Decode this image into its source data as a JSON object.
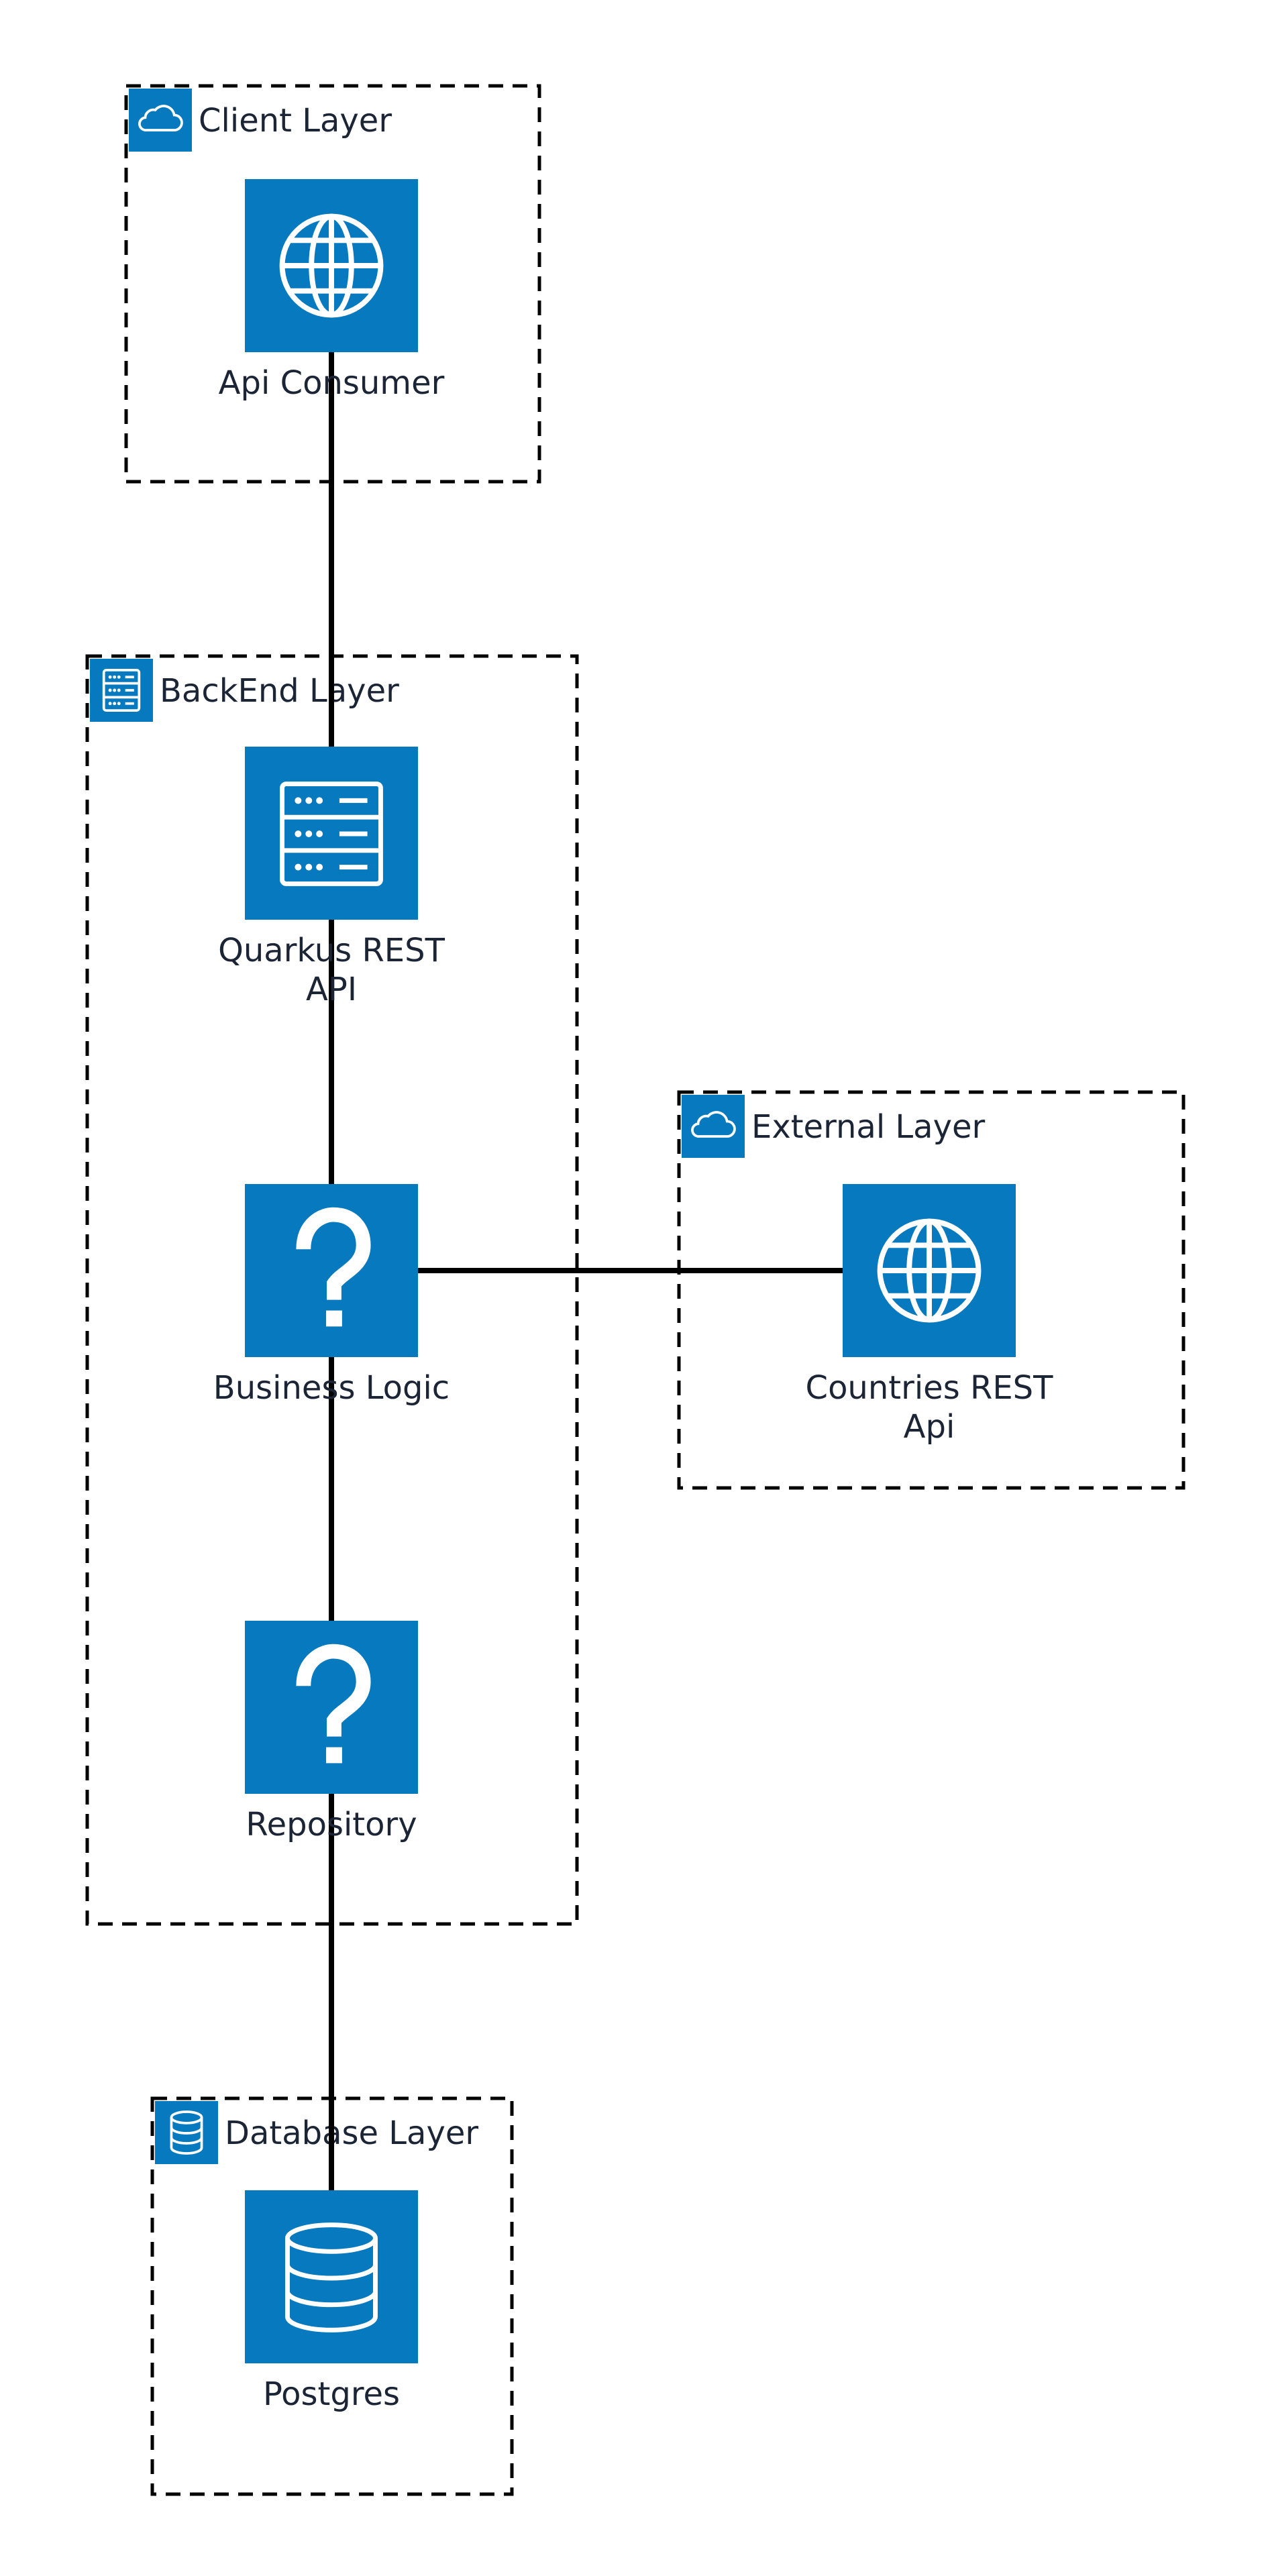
{
  "colors": {
    "accent": "#0779BF",
    "edge": "#000000",
    "group_border": "#000000",
    "text": "#1c2536",
    "background": "#ffffff"
  },
  "groups": [
    {
      "id": "client",
      "label": "Client Layer",
      "icon": "cloud-icon"
    },
    {
      "id": "backend",
      "label": "BackEnd Layer",
      "icon": "server-icon"
    },
    {
      "id": "external",
      "label": "External Layer",
      "icon": "cloud-icon"
    },
    {
      "id": "database",
      "label": "Database Layer",
      "icon": "database-icon"
    }
  ],
  "nodes": [
    {
      "id": "api_consumer",
      "group": "client",
      "icon": "globe-icon",
      "label_lines": [
        "Api Consumer"
      ]
    },
    {
      "id": "quarkus",
      "group": "backend",
      "icon": "server-icon",
      "label_lines": [
        "Quarkus REST",
        "API"
      ]
    },
    {
      "id": "business",
      "group": "backend",
      "icon": "question-icon",
      "label_lines": [
        "Business Logic"
      ]
    },
    {
      "id": "repository",
      "group": "backend",
      "icon": "question-icon",
      "label_lines": [
        "Repository"
      ]
    },
    {
      "id": "countries",
      "group": "external",
      "icon": "globe-icon",
      "label_lines": [
        "Countries REST",
        "Api"
      ]
    },
    {
      "id": "postgres",
      "group": "database",
      "icon": "database-icon",
      "label_lines": [
        "Postgres"
      ]
    }
  ],
  "edges": [
    {
      "from": "api_consumer",
      "to": "quarkus"
    },
    {
      "from": "quarkus",
      "to": "business"
    },
    {
      "from": "business",
      "to": "countries"
    },
    {
      "from": "business",
      "to": "repository"
    },
    {
      "from": "repository",
      "to": "postgres"
    }
  ]
}
